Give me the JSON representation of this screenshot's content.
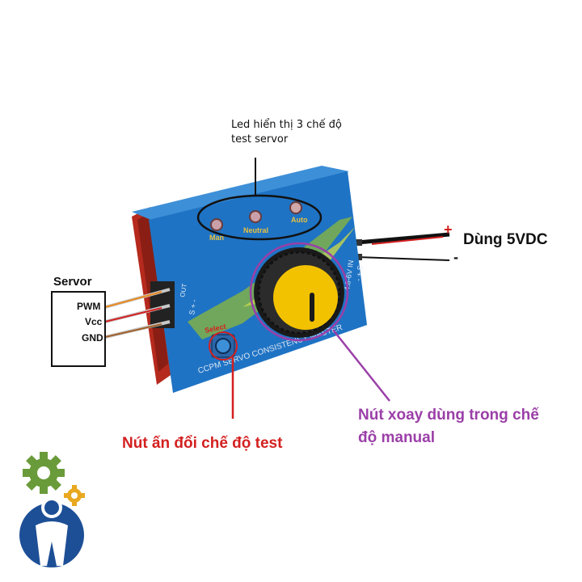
{
  "annotations": {
    "led_note_line1": "Led hiển thị 3 chế độ",
    "led_note_line2": "test servor",
    "servo_title": "Servor",
    "pin_pwm": "PWM",
    "pin_vcc": "Vcc",
    "pin_gnd": "GND",
    "power_label": "Dùng 5VDC",
    "power_plus": "+",
    "power_minus": "-",
    "knob_note_line1": "Nút xoay dùng trong chế",
    "knob_note_line2": "độ manual",
    "button_note": "Nút ấn đổi chế độ test"
  },
  "device": {
    "led_labels": [
      "Man",
      "Neutral",
      "Auto"
    ],
    "out_label": "OUT",
    "out_pins": "S + -",
    "in_label": "4.8-6V IN",
    "in_pins": "- + S",
    "select_label": "Select",
    "board_text": "CCPM SERVO CONSISTENCY MASTER"
  },
  "colors": {
    "case_blue": "#1f73c4",
    "case_top": "#3d8fd8",
    "knob_yellow": "#f2c200",
    "annotation_red": "#d42020",
    "annotation_purple": "#9b3fa8"
  },
  "logo": {
    "icon": "gear-person-logo-icon"
  }
}
